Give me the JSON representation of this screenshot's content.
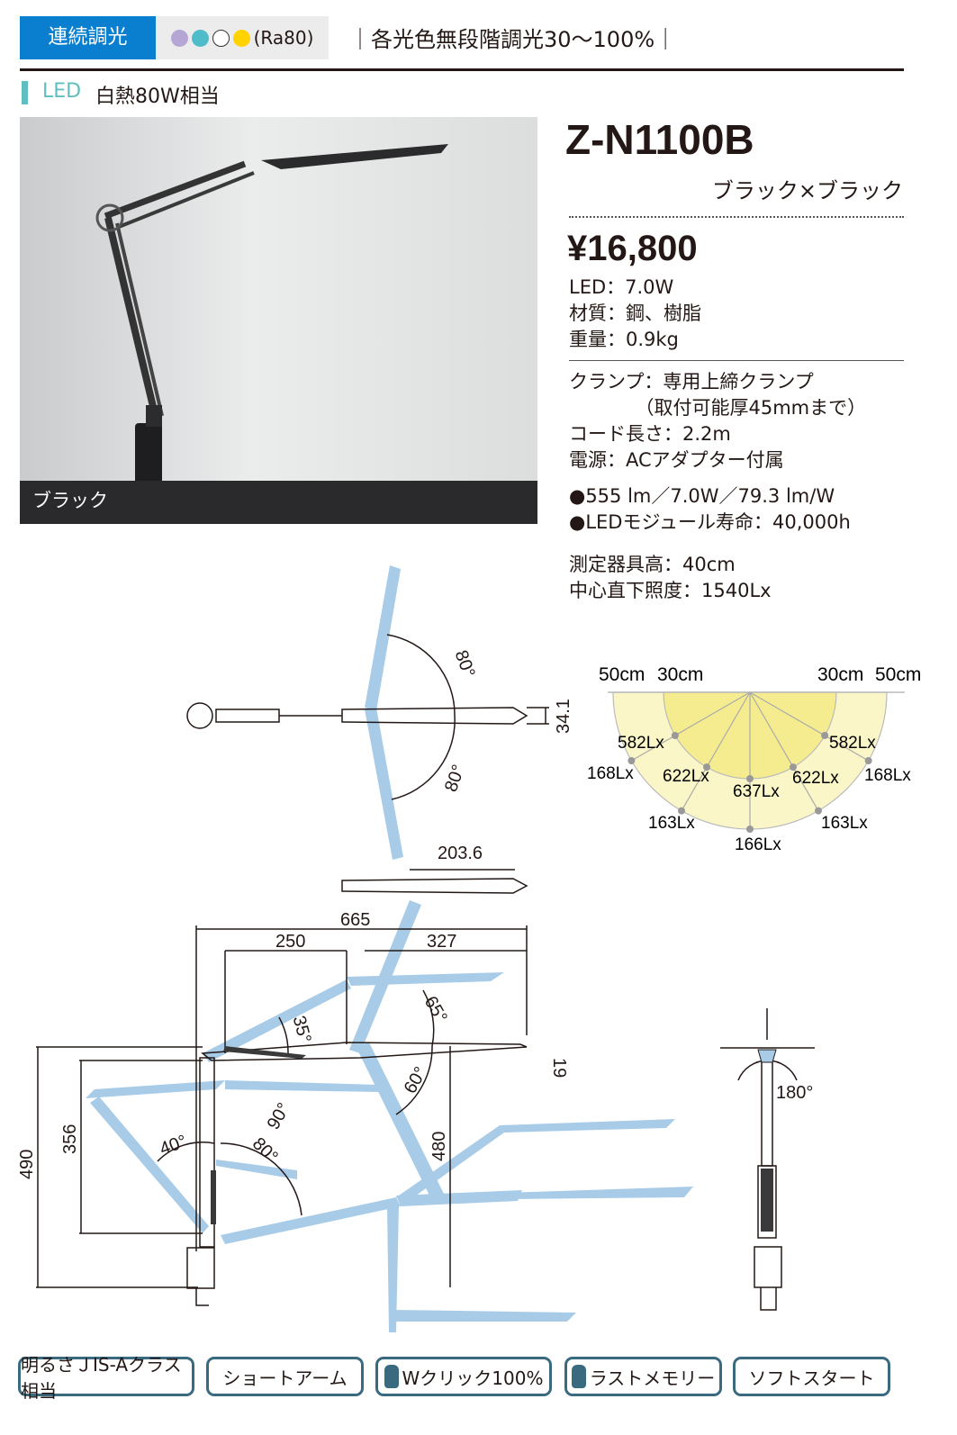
{
  "header": {
    "mode_tag": "連続調光",
    "color_temps": [
      "#b5a6d6",
      "#4fbcc9",
      "#ffffff",
      "#ffd200"
    ],
    "ra": "(Ra80)",
    "dimming": "｜各光色無段階調光30～100%｜",
    "led_label": "LED",
    "led_equiv": "白熱80W相当"
  },
  "photo": {
    "caption": "ブラック"
  },
  "product": {
    "model": "Z-N1100B",
    "color": "ブラック×ブラック",
    "price": "¥16,800",
    "specs1": [
      "LED：7.0W",
      "材質：鋼、樹脂",
      "重量：0.9kg"
    ],
    "specs2": [
      "クランプ：専用上締クランプ",
      "　　　　（取付可能厚45mmまで）",
      "コード長さ：2.2m",
      "電源：ACアダプター付属"
    ],
    "specs3": [
      "●555 lm／7.0W／79.3 lm/W",
      "●LEDモジュール寿命：40,000h"
    ],
    "specs4": [
      "測定器具高：40cm",
      "中心直下照度：1540Lx"
    ]
  },
  "illuminance": {
    "distance_labels": [
      "50cm",
      "30cm",
      "30cm",
      "50cm"
    ],
    "inner": [
      "582Lx",
      "622Lx",
      "637Lx",
      "622Lx",
      "582Lx"
    ],
    "outer": [
      "168Lx",
      "163Lx",
      "166Lx",
      "163Lx",
      "168Lx"
    ]
  },
  "drawing": {
    "top_angle1": "80°",
    "top_angle2": "80°",
    "head_thick": "34.1",
    "head_len": "203.6",
    "total_w": "665",
    "w1": "250",
    "w2": "327",
    "h_head": "19",
    "h_total": "490",
    "h_arm": "356",
    "h_480": "480",
    "angles": [
      "65°",
      "35°",
      "60°",
      "90°",
      "40°",
      "80°"
    ],
    "rotate": "180°"
  },
  "badges": [
    "明るさＪIS-Aクラス相当",
    "ショートアーム",
    "Wクリック100%",
    "ラストメモリー",
    "ソフトスタート"
  ]
}
